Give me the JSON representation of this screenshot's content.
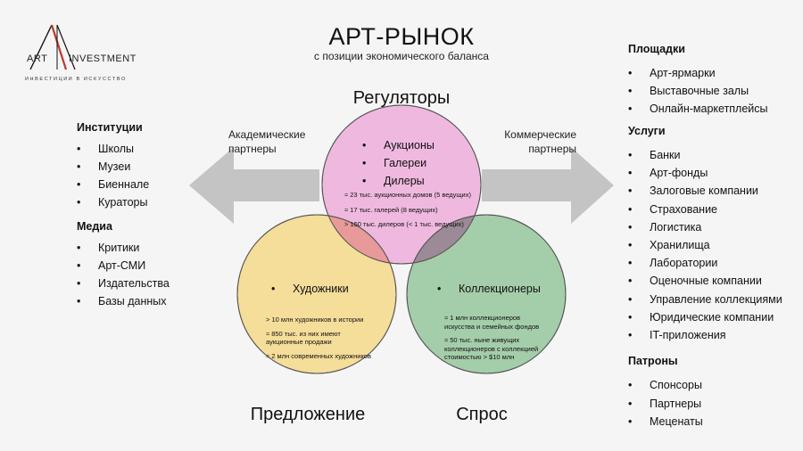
{
  "logo": {
    "word_left": "ART",
    "word_right": "INVESTMENT",
    "tagline": "ИНВЕСТИЦИИ В ИСКУССТВО"
  },
  "title": "АРТ-РЫНОК",
  "subtitle": "с позиции экономического баланса",
  "regulators_label": "Регуляторы",
  "supply_label": "Предложение",
  "demand_label": "Спрос",
  "academic_partners": [
    "Академические",
    "партнеры"
  ],
  "commercial_partners": [
    "Коммерческие",
    "партнеры"
  ],
  "circles": {
    "top": {
      "items": [
        "Аукционы",
        "Галереи",
        "Дилеры"
      ],
      "facts": [
        "≈ 23 тыс. аукционных домов (5 ведущих)",
        "≈ 17 тыс. галерей (8 ведущих)",
        "> 150 тыс. дилеров (< 1 тыс. ведущих)"
      ],
      "color": "#eeb3dc"
    },
    "left": {
      "title": "Художники",
      "facts": [
        "> 10 млн художников в истории",
        "≈ 850 тыс. из них имеют",
        "аукционные продажи",
        "≈ 2 млн современных художников"
      ],
      "color": "#f5dd9a"
    },
    "right": {
      "title": "Коллекционеры",
      "facts": [
        "≈ 1 млн коллекционеров",
        "искусства и семейных фондов",
        "≈ 50 тыс. ныне живущих",
        "коллекционеров с коллекцией",
        "стоимостью > $10 млн"
      ],
      "color": "#a4cdaa"
    }
  },
  "left_sections": [
    {
      "heading": "Институции",
      "items": [
        "Школы",
        "Музеи",
        "Биеннале",
        "Кураторы"
      ]
    },
    {
      "heading": "Медиа",
      "items": [
        "Критики",
        "Арт-СМИ",
        "Издательства",
        "Базы данных"
      ]
    }
  ],
  "right_sections": [
    {
      "heading": "Площадки",
      "items": [
        "Арт-ярмарки",
        "Выставочные залы",
        "Онлайн-маркетплейсы"
      ]
    },
    {
      "heading": "Услуги",
      "items": [
        "Банки",
        "Арт-фонды",
        "Залоговые компании",
        "Страхование",
        "Логистика",
        "Хранилища",
        "Лаборатории",
        "Оценочные компании",
        "Управление коллекциями",
        "Юридические компании",
        "IT-приложения"
      ]
    },
    {
      "heading": "Патроны",
      "items": [
        "Спонсоры",
        "Партнеры",
        "Меценаты"
      ]
    }
  ],
  "colors": {
    "arrow": "#c4c4c4",
    "accent_red": "#c0392b"
  }
}
